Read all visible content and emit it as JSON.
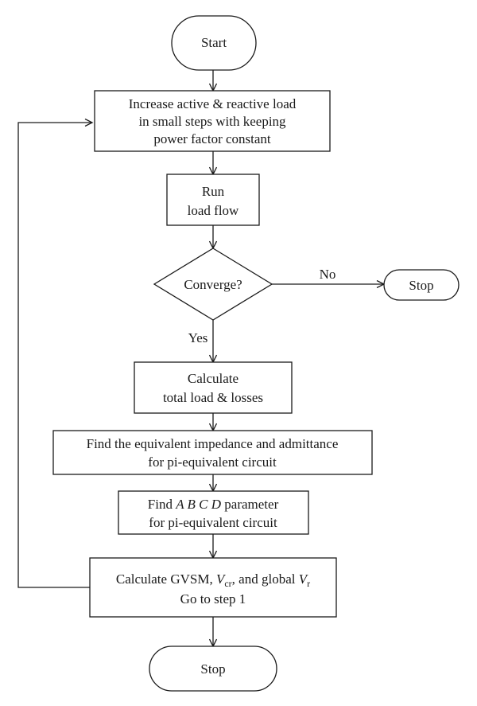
{
  "nodes": {
    "start": {
      "lines": [
        "Start"
      ]
    },
    "step1": {
      "lines": [
        "Increase active & reactive load",
        "in small steps with keeping",
        "power factor constant"
      ]
    },
    "run": {
      "lines": [
        "Run",
        "load flow"
      ]
    },
    "decision": {
      "lines": [
        "Converge?"
      ]
    },
    "stop_side": {
      "lines": [
        "Stop"
      ]
    },
    "calc_load": {
      "lines": [
        "Calculate",
        "total load & losses"
      ]
    },
    "equiv": {
      "lines": [
        "Find the equivalent impedance and admittance",
        "for pi-equivalent circuit"
      ]
    },
    "abcd": {
      "line1_prefix": "Find ",
      "line1_italic": "A B C D",
      "line1_suffix": " parameter",
      "line2": "for pi-equivalent circuit"
    },
    "gvsm": {
      "line1_prefix": "Calculate GVSM, ",
      "vcr_base": "V",
      "vcr_sub": "cr",
      "line1_mid": ", and global ",
      "vr_base": "V",
      "vr_sub": "r",
      "line2": "Go to step 1"
    },
    "stop_end": {
      "lines": [
        "Stop"
      ]
    }
  },
  "edge_labels": {
    "no": "No",
    "yes": "Yes"
  }
}
